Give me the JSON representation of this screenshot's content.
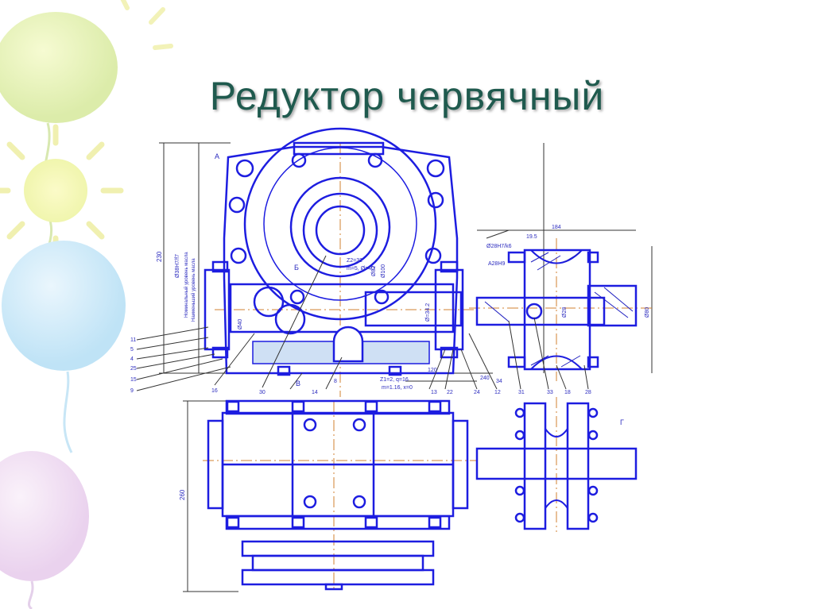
{
  "slide": {
    "title": "Редуктор червячный"
  },
  "drawing": {
    "line_color": "#1d1de0",
    "dim_color": "#333333",
    "axis_color": "#d08030",
    "oil_color": "#6fa3d6",
    "labels": {
      "dim_left_1": "Ø38H7/f7",
      "dim_left_2": "Номинальный уровень масла",
      "dim_left_3": "Наименьший уровень масла",
      "dim_height": "230",
      "dim_mid_1": "Ø82",
      "dim_mid_2": "Ø100",
      "dim_gear_1": "Z2=32",
      "dim_gear_2": "m=5, Ø=40",
      "dim_worm": "Ø=34.2",
      "dim_shaft": "Ø40",
      "dim_rt_1": "Ø28H7/k6",
      "dim_rt_2": "А28H9",
      "dim_rt_3": "19.5",
      "dim_rt_4": "184",
      "dim_rt_5": "Ø28",
      "dim_rt_6": "Ø80",
      "dim_low_1": "Z1=2, q=16",
      "dim_low_2": "m=1.16, x=0",
      "dim_low_3": "120",
      "dim_low_4": "240",
      "dim_plan_h": "260",
      "view_arrow": "Г",
      "section_b": "Б",
      "section_v": "В",
      "section_a": "А"
    },
    "callouts_left": [
      "11",
      "5",
      "4",
      "25",
      "15",
      "9"
    ],
    "callouts_bottom_left": [
      "16",
      "30",
      "14",
      "8"
    ],
    "callouts_bottom_right": [
      "13",
      "22",
      "24",
      "12",
      "34",
      "31",
      "33",
      "18",
      "28"
    ]
  }
}
